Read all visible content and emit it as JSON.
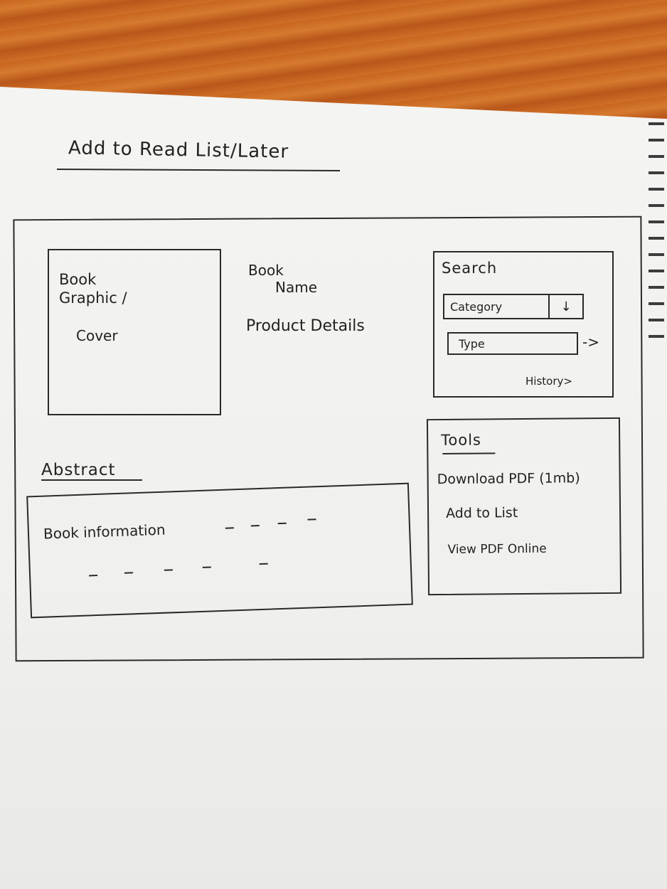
{
  "page": {
    "title": "Add to Read List/Later"
  },
  "book": {
    "cover_label_line1": "Book",
    "cover_label_line2": "Graphic /",
    "cover_label_line3": "Cover",
    "name_line1": "Book",
    "name_line2": "Name",
    "product_details": "Product Details"
  },
  "search": {
    "title": "Search",
    "category_value": "Category",
    "dropdown_arrow": "↓",
    "type_placeholder": "Type",
    "go_arrow": "->",
    "history_label": "History>"
  },
  "tools": {
    "title": "Tools",
    "items": [
      {
        "label": "Download PDF (1mb)"
      },
      {
        "label": "Add to List"
      },
      {
        "label": "View PDF Online"
      }
    ]
  },
  "abstract": {
    "heading": "Abstract",
    "text": "Book information"
  }
}
